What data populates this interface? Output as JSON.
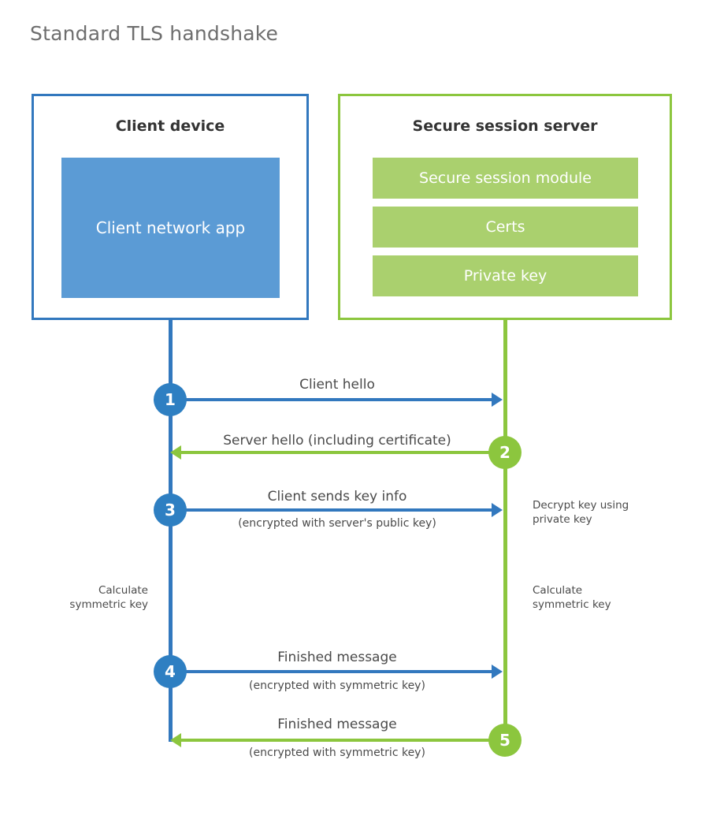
{
  "title": "Standard TLS handshake",
  "entities": {
    "client": {
      "title": "Client device",
      "panel_label": "Client network app"
    },
    "server": {
      "title": "Secure session server",
      "modules": [
        {
          "label": "Secure session module"
        },
        {
          "label": "Certs"
        },
        {
          "label": "Private key"
        }
      ]
    }
  },
  "steps": [
    {
      "number": "1",
      "label": "Client hello",
      "sublabel": ""
    },
    {
      "number": "2",
      "label": "Server hello (including certificate)",
      "sublabel": ""
    },
    {
      "number": "3",
      "label": "Client sends key info",
      "sublabel": "(encrypted with server's public key)"
    },
    {
      "number": "4",
      "label": "Finished message",
      "sublabel": "(encrypted with symmetric key)"
    },
    {
      "number": "5",
      "label": "Finished message",
      "sublabel": "(encrypted with symmetric key)"
    }
  ],
  "annotations": {
    "decrypt": "Decrypt key using\nprivate key",
    "decrypt_line1": "Decrypt key using",
    "decrypt_line2": "private key",
    "client_calc_line1": "Calculate",
    "client_calc_line2": "symmetric key",
    "server_calc_line1": "Calculate",
    "server_calc_line2": "symmetric key"
  },
  "colors": {
    "client_border": "#3278be",
    "client_panel": "#5b9bd5",
    "client_circle": "#2e7fc2",
    "server_border": "#8cc63e",
    "server_module": "#aad06e",
    "server_circle": "#8cc63e",
    "title_text": "#6e6e6e",
    "body_text": "#4a4a4a",
    "background": "#ffffff"
  }
}
